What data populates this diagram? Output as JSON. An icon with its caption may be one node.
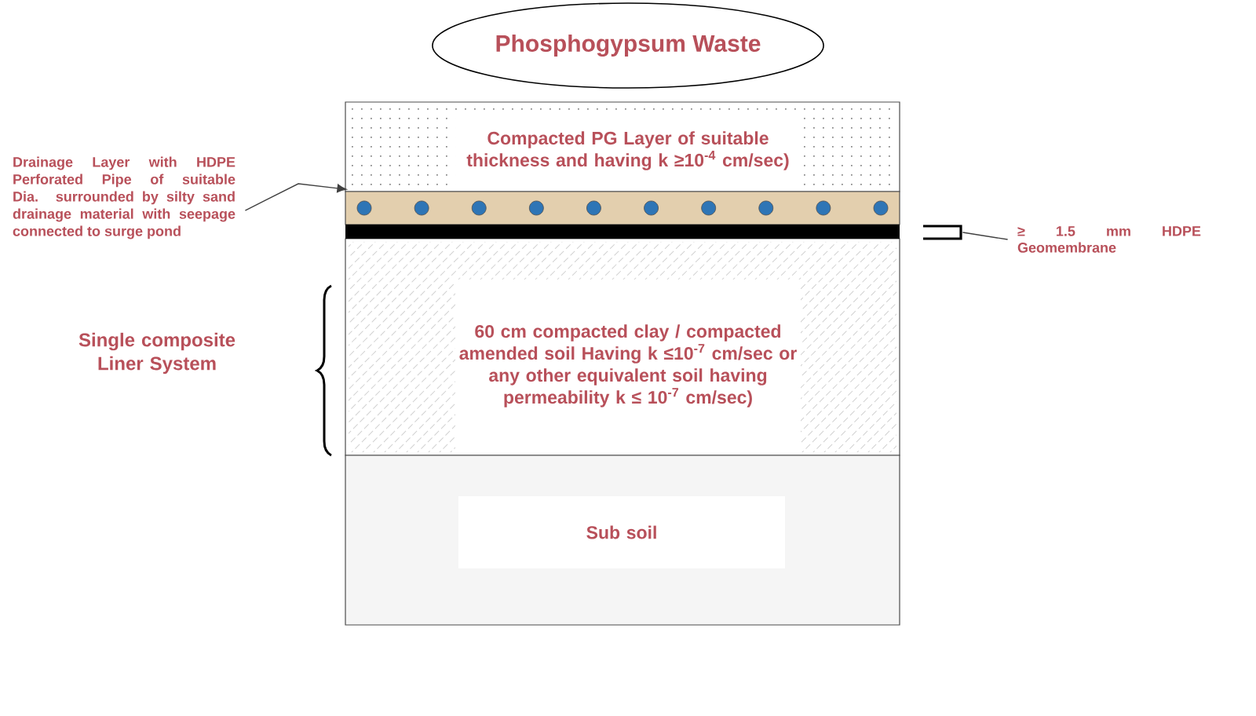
{
  "diagram": {
    "nodes": [
      {
        "text": [
          "Phosphogypsum Waste"
        ]
      },
      {
        "text": [
          "Compacted PG Layer  of suitable thickness and having k ≥10$^{-4}$ cm/sec)"
        ]
      },
      {
        "text": [],
        "shape": "bar"
      },
      {
        "text": [
          "Drainage Layer with HDPE Perforated Pipe of suitable Dia. surrounded by silty sand drainage material with seepage connected to surge pond"
        ]
      },
      {
        "text": [],
        "shape": "bar"
      },
      {
        "text": [
          "≥ 1.5 mm HDPE Geomembrane"
        ]
      },
      {
        "text": [
          "60 cm compacted clay / compacted amended soil Having  k ≤10$^{-7}$ cm/sec  or any other equivalent soil having permeability k ≤ 10$^{-7}$ cm/sec)"
        ]
      },
      {
        "text": [
          "Sub soil"
        ]
      }
    ],
    "edges": [
      {
        "from": 3,
        "to": 2,
        "arrow": "to"
      },
      {
        "from": 5,
        "to": 4,
        "arrow": "none"
      }
    ],
    "labels": [
      "Single composite Liner System"
    ]
  }
}
